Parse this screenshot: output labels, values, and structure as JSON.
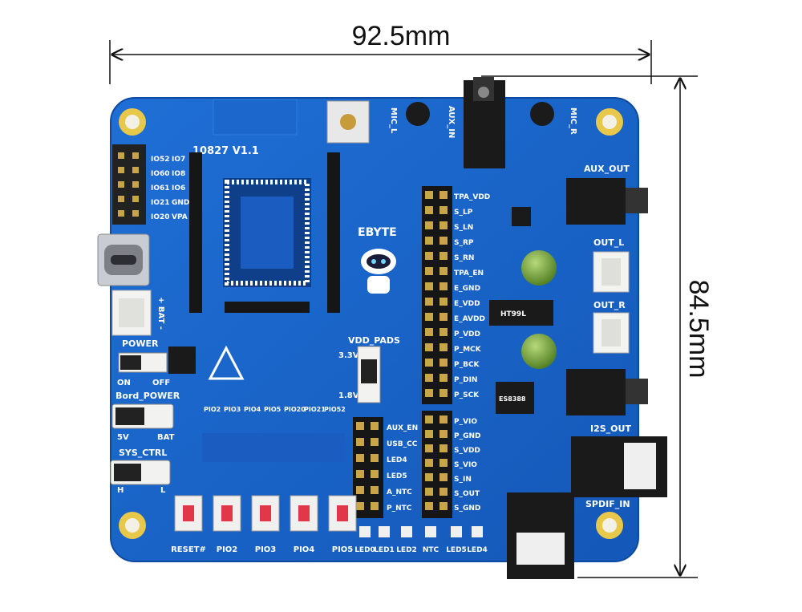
{
  "dimensions": {
    "width_label": "92.5mm",
    "height_label": "84.5mm"
  },
  "board": {
    "version": "10827 V1.1",
    "brand": "EBYTE",
    "header_labels_left": [
      "IO52",
      "IO60",
      "IO61",
      "IO21",
      "IO20"
    ],
    "header_labels_right": [
      "IO7",
      "IO8",
      "IO6",
      "GND",
      "VPA"
    ],
    "mic_left": "MIC_L",
    "aux_in": "AUX_IN",
    "mic_right": "MIC_R",
    "aux_out": "AUX_OUT",
    "out_l": "OUT_L",
    "out_r": "OUT_R",
    "i2s_out": "I2S_OUT",
    "spdif_in": "SPDIF_IN",
    "vdd_pads": "VDD_PADS",
    "v33": "3.3V",
    "v18": "1.8V",
    "bat_plus": "+ BAT -",
    "power": "POWER",
    "on": "ON",
    "off": "OFF",
    "bord_power": "Bord_POWER",
    "v5": "5V",
    "bat": "BAT",
    "sys_ctrl": "SYS_CTRL",
    "h": "H",
    "l": "L",
    "pio_header": [
      "PIO2",
      "PIO3",
      "PIO4",
      "PIO5",
      "PIO20",
      "PIO21",
      "PIO52"
    ],
    "buttons": [
      "RESET#",
      "PIO2",
      "PIO3",
      "PIO4",
      "PIO5"
    ],
    "leds": [
      "LED0",
      "LED1",
      "LED2",
      "NTC",
      "LED5",
      "LED4"
    ],
    "jumper_left": [
      "AUX_EN",
      "USB_CC",
      "LED4",
      "LED5",
      "A_NTC",
      "P_NTC"
    ],
    "jumper_top": [
      "TPA_VDD",
      "S_LP",
      "S_LN",
      "S_RP",
      "S_RN",
      "TPA_EN",
      "E_GND",
      "E_VDD",
      "E_AVDD",
      "P_VDD",
      "P_MCK",
      "P_BCK",
      "P_DIN",
      "P_SCK"
    ],
    "jumper_bottom": [
      "P_VIO",
      "P_GND",
      "S_VDD",
      "S_VIO",
      "S_IN",
      "S_OUT",
      "S_GND"
    ],
    "ic_mark": "ES8388",
    "ic_mark2": "HT99L"
  }
}
